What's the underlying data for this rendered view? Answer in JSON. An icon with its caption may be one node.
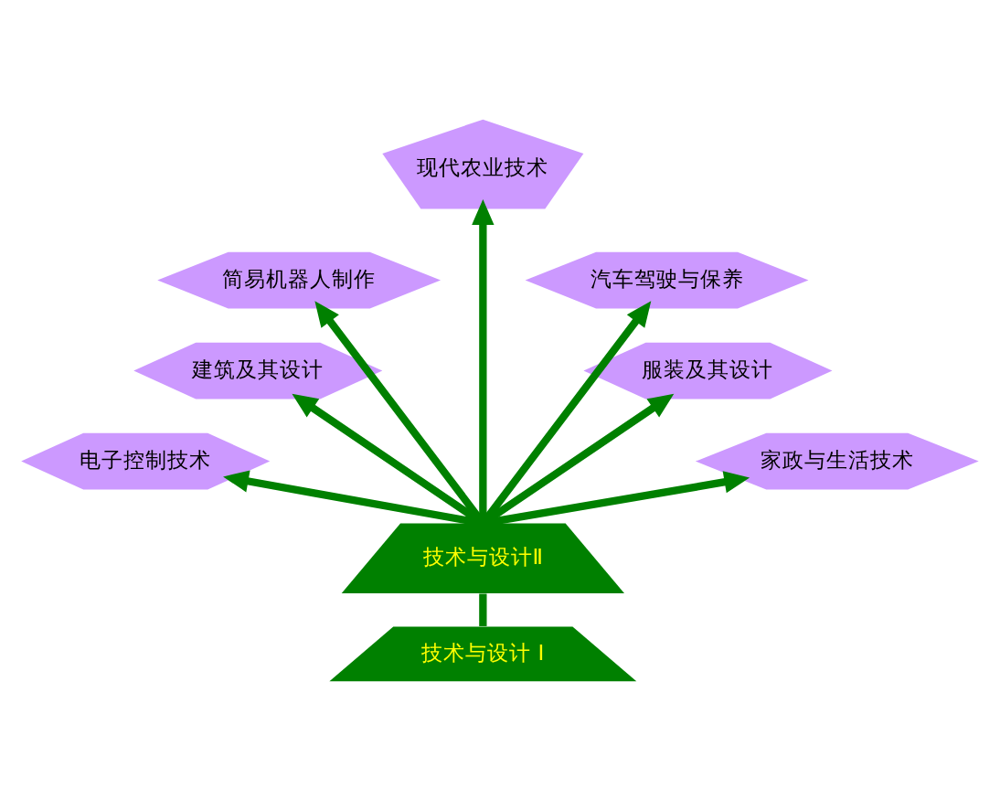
{
  "diagram": {
    "nodes": [
      {
        "text": [
          "现代农业技术"
        ]
      },
      {
        "text": [
          "简易机器人制作"
        ]
      },
      {
        "text": [
          "汽车驾驶与保养"
        ]
      },
      {
        "text": [
          "建筑及其设计"
        ]
      },
      {
        "text": [
          "服装及其设计"
        ]
      },
      {
        "text": [
          "电子控制技术"
        ]
      },
      {
        "text": [
          "家政与生活技术"
        ]
      },
      {
        "text": [
          "技术与设计Ⅱ"
        ]
      },
      {
        "text": [
          "技术与设计 Ⅰ"
        ]
      }
    ],
    "edges": [
      {
        "from": 8,
        "to": 7,
        "arrow": "none"
      },
      {
        "from": 7,
        "to": 5,
        "arrow": "to"
      },
      {
        "from": 7,
        "to": 3,
        "arrow": "to"
      },
      {
        "from": 7,
        "to": 1,
        "arrow": "to"
      },
      {
        "from": 7,
        "to": 0,
        "arrow": "to"
      },
      {
        "from": 7,
        "to": 2,
        "arrow": "to"
      },
      {
        "from": 7,
        "to": 4,
        "arrow": "to"
      },
      {
        "from": 7,
        "to": 6,
        "arrow": "to"
      }
    ]
  }
}
